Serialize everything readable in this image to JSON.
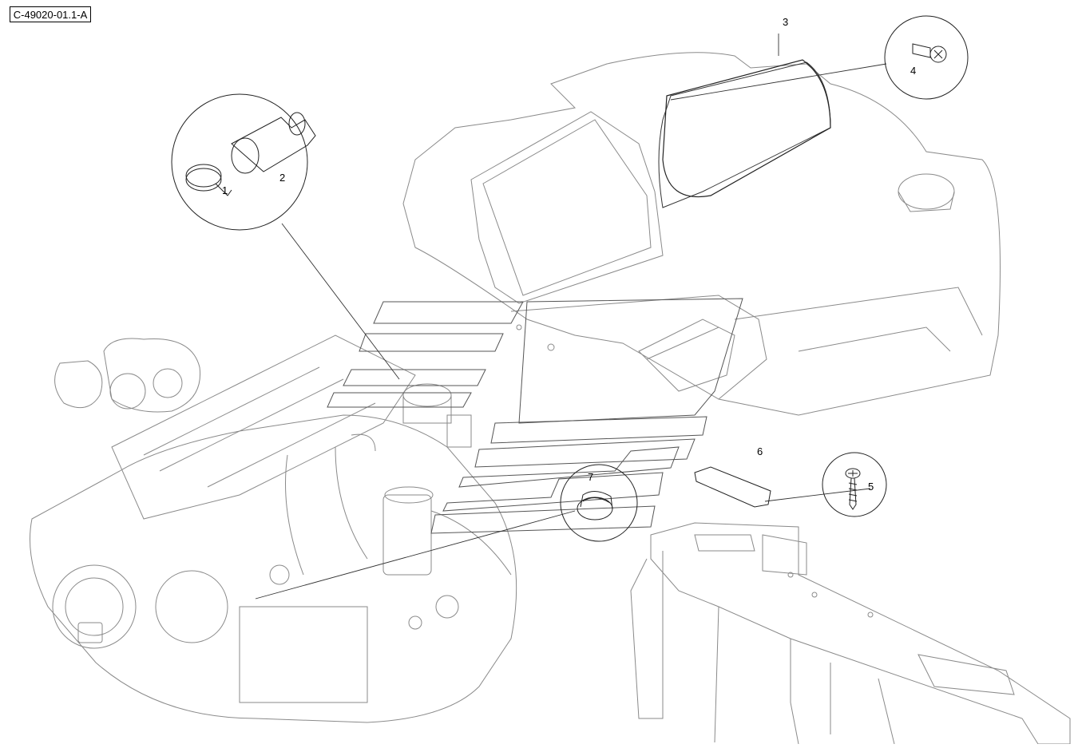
{
  "reference_code": "C-49020-01.1-A",
  "callouts": [
    {
      "id": "1",
      "label": "1"
    },
    {
      "id": "2",
      "label": "2"
    },
    {
      "id": "3",
      "label": "3"
    },
    {
      "id": "4",
      "label": "4"
    },
    {
      "id": "5",
      "label": "5"
    },
    {
      "id": "6",
      "label": "6"
    },
    {
      "id": "7",
      "label": "7"
    }
  ]
}
